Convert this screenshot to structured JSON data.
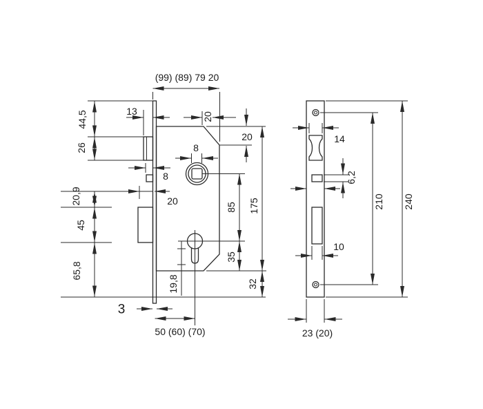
{
  "drawing": {
    "type": "technical-drawing",
    "subject": "mortise-lock-with-faceplate",
    "background_color": "#ffffff",
    "line_color": "#2a2a2a",
    "text_color": "#1a1a1a"
  },
  "lock_side_view": {
    "dim_case_depth_options": "(99) (89) 79 20",
    "dim_latch_protrusion": "13",
    "dim_chamfer_width": "20",
    "dim_chamfer_height": "20",
    "dim_follower_square": "8",
    "dim_pin_protrusion": "8",
    "dim_deadbolt_throw": "20",
    "dim_plate_top_to_latch": "44,5",
    "dim_latch_height": "26",
    "dim_mid_spacing": "20,9",
    "dim_deadbolt_to_cylinder": "45",
    "dim_cylinder_to_plate_bottom": "65,8",
    "dim_follower_to_cylinder": "85",
    "dim_case_height": "175",
    "dim_cylinder_to_case_bottom": "35",
    "dim_case_to_plate_bottom": "32",
    "dim_cylinder_depth": "19,8",
    "dim_plate_thickness": "3",
    "dim_backset_options": "50 (60) (70)"
  },
  "faceplate_front_view": {
    "dim_latch_cutout_width": "14",
    "dim_pin_cutout_height": "6,2",
    "dim_screw_hole_spacing": "210",
    "dim_faceplate_length": "240",
    "dim_bolt_cutout_width": "10",
    "dim_faceplate_width_options": "23 (20)"
  }
}
